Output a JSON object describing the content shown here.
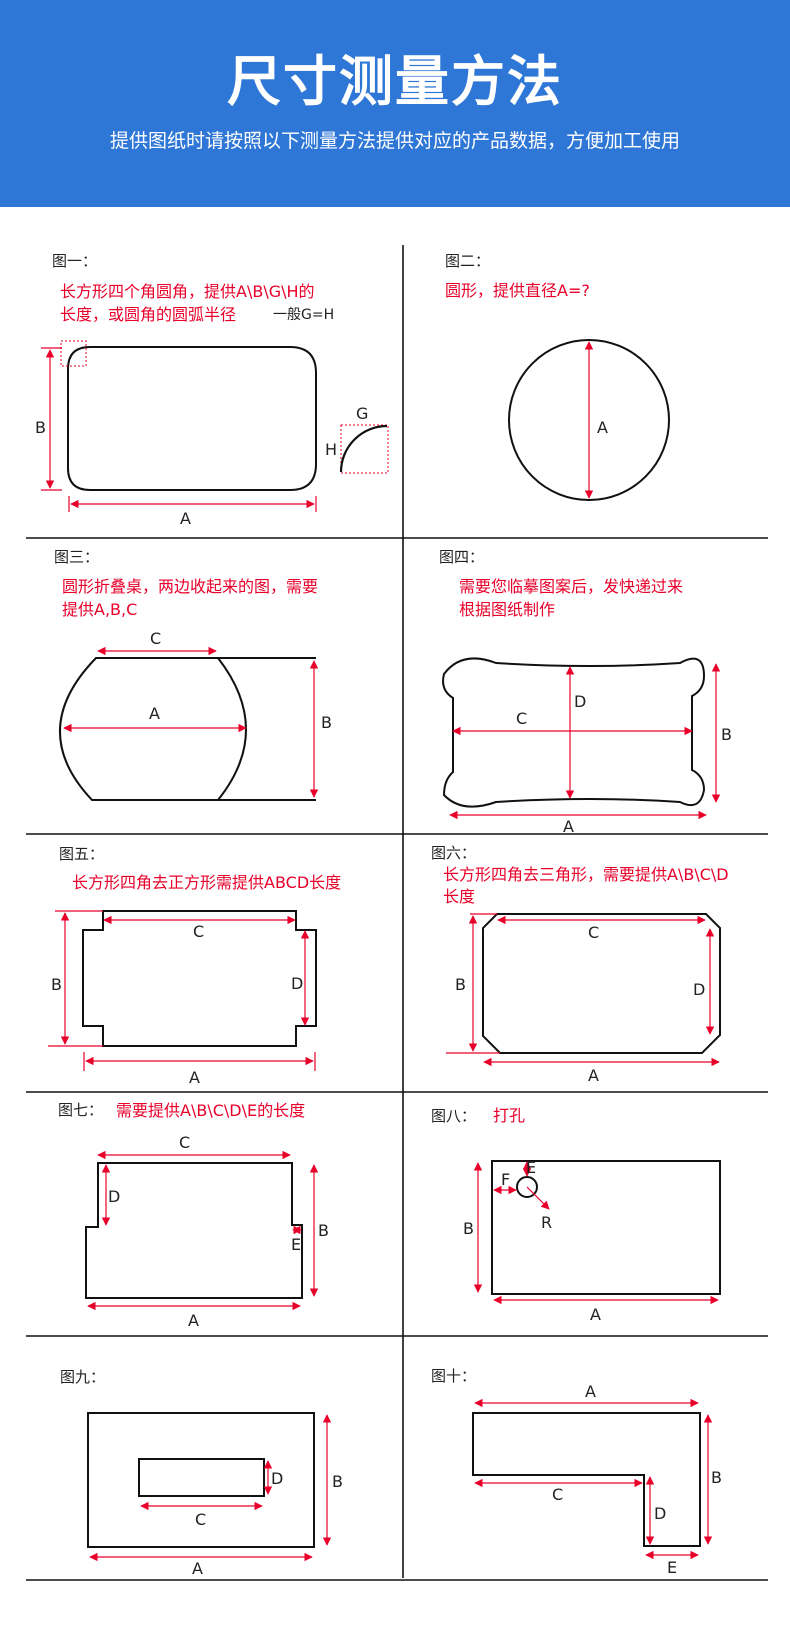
{
  "header": {
    "title": "尺寸测量方法",
    "subtitle": "提供图纸时请按照以下测量方法提供对应的产品数据，方便加工使用"
  },
  "colors": {
    "header_bg": "#2f77d6",
    "accent_red": "#e8002a",
    "line": "#111111"
  },
  "figures": {
    "f1": {
      "title": "图一：",
      "note1": "长方形四个角圆角，提供A\\B\\G\\H的",
      "note2": "长度，或圆角的圆弧半径",
      "note3": "一般G=H",
      "A": "A",
      "B": "B",
      "G": "G",
      "H": "H"
    },
    "f2": {
      "title": "图二：",
      "note": "圆形，提供直径A=?",
      "A": "A"
    },
    "f3": {
      "title": "图三：",
      "note1": "圆形折叠桌，两边收起来的图，需要",
      "note2": "提供A,B,C",
      "A": "A",
      "B": "B",
      "C": "C"
    },
    "f4": {
      "title": "图四：",
      "note1": "需要您临摹图案后，发快递过来",
      "note2": "根据图纸制作",
      "A": "A",
      "B": "B",
      "C": "C",
      "D": "D"
    },
    "f5": {
      "title": "图五：",
      "note": "长方形四角去正方形需提供ABCD长度",
      "A": "A",
      "B": "B",
      "C": "C",
      "D": "D"
    },
    "f6": {
      "title": "图六：",
      "note1": "长方形四角去三角形，需要提供A\\B\\C\\D",
      "note2": "长度",
      "A": "A",
      "B": "B",
      "C": "C",
      "D": "D"
    },
    "f7": {
      "title": "图七：",
      "note": "需要提供A\\B\\C\\D\\E的长度",
      "A": "A",
      "B": "B",
      "C": "C",
      "D": "D",
      "E": "E"
    },
    "f8": {
      "title": "图八：",
      "note": "打孔",
      "A": "A",
      "B": "B",
      "E": "E",
      "F": "F",
      "R": "R"
    },
    "f9": {
      "title": "图九：",
      "A": "A",
      "B": "B",
      "C": "C",
      "D": "D"
    },
    "f10": {
      "title": "图十：",
      "A": "A",
      "B": "B",
      "C": "C",
      "D": "D",
      "E": "E"
    }
  }
}
